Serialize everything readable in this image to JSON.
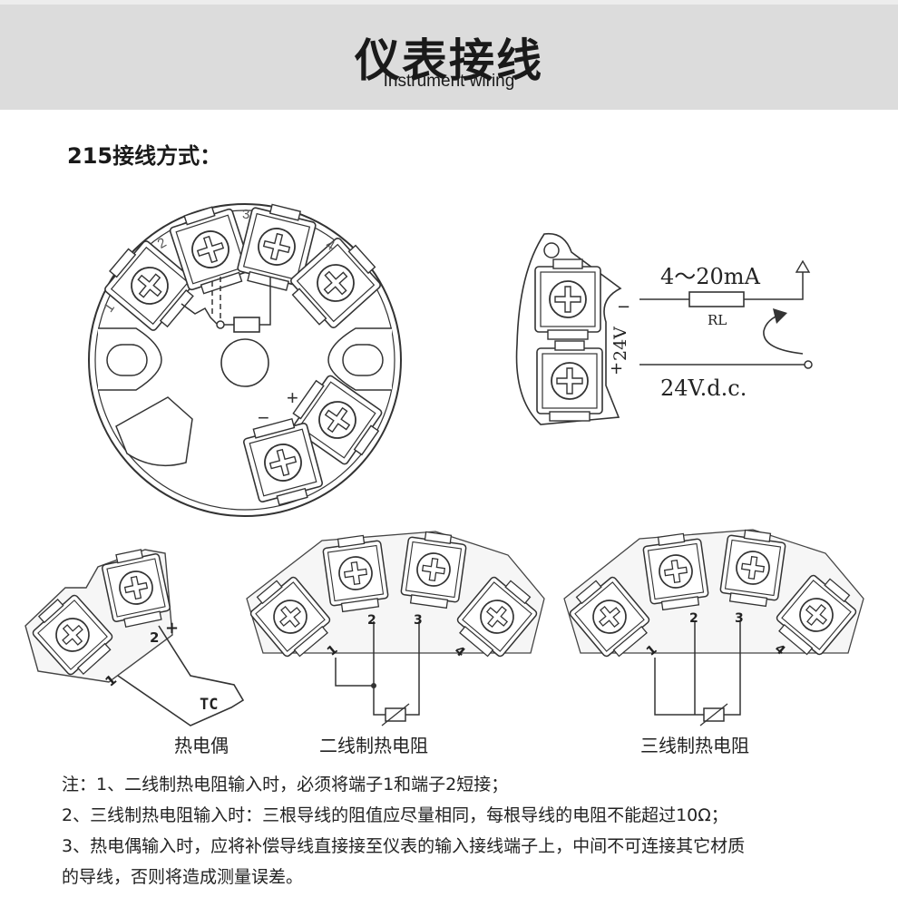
{
  "header": {
    "title": "仪表接线",
    "subtitle": "Instrument wiring"
  },
  "section_title": "215接线方式：",
  "terminals": {
    "t1": "1",
    "t2": "2",
    "t3": "3",
    "t4": "4",
    "minus": "−",
    "plus": "+"
  },
  "loop": {
    "current": "4～20mA",
    "resistor": "RL",
    "supply_v": "24V",
    "supply": "24V.d.c.",
    "minus": "−",
    "plus": "+"
  },
  "tc": {
    "label": "TC",
    "caption": "热电偶",
    "n1": "1",
    "n2": "2",
    "plus": "+"
  },
  "rtd2": {
    "caption": "二线制热电阻",
    "n1": "1",
    "n2": "2",
    "n3": "3",
    "n4": "4"
  },
  "rtd3": {
    "caption": "三线制热电阻",
    "n1": "1",
    "n2": "2",
    "n3": "3",
    "n4": "4"
  },
  "notes": [
    "注：1、二线制热电阻输入时，必须将端子1和端子2短接；",
    "2、三线制热电阻输入时：三根导线的阻值应尽量相同，每根导线的电阻不能超过10Ω；",
    "3、热电偶输入时，应将补偿导线直接接至仪表的输入接线端子上，中间不可连接其它材质",
    "的导线，否则将造成测量误差。"
  ]
}
